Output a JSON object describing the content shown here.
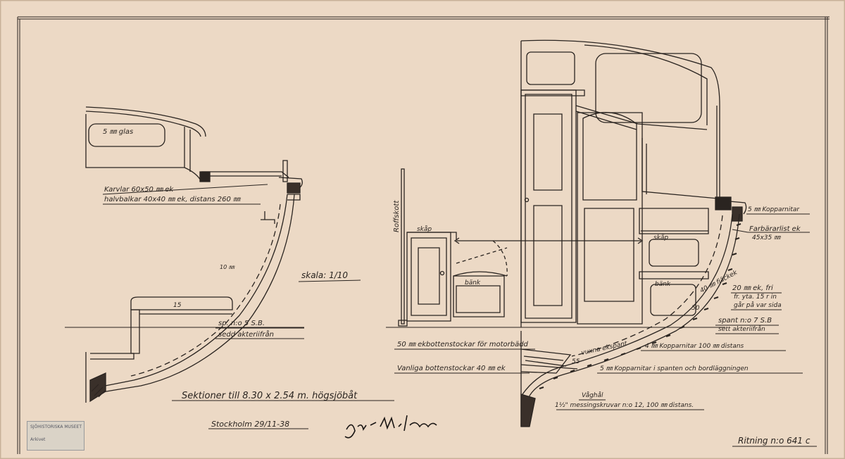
{
  "colors": {
    "paper": "#ecd9c5",
    "ink": "#2a2420",
    "stamp": "#8a8f94"
  },
  "left_section": {
    "glass_label": "5 ㎜ glas",
    "karvlar_label": "Karvlar 60x50 ㎜ ek",
    "halvbalkar_label": "halvbalkar 40x40 ㎜ ek, distans 260 ㎜",
    "ten_mm_label": "10 ㎜",
    "fifteen_label": "15",
    "sp_label": "sp. n:o 5 S.B.",
    "sedd_label": "sedd akteriifrån"
  },
  "scale_label": "skala: 1/10",
  "title": "Sektioner till 8.30 x 2.54 m. högsjöbåt",
  "place_date": "Stockholm 29/11-38",
  "signature": "Jac M. Iversen",
  "drawing_no": "Ritning n:o 641 c",
  "right_section": {
    "roffskott_label": "Roffskott",
    "skap_left": "skåp",
    "bank_left": "bänk",
    "skap_right": "skåp",
    "bank_right": "bänk",
    "koppar_top": "5 ㎜ Kopparnitar",
    "farbar_1": "Farbärarlist ek",
    "farbar_2": "45x35 ㎜",
    "fjack_label": "40 ㎜ fjäckek",
    "fifty_label": "50",
    "ek_fri_1": "20 ㎜ ek, fri",
    "ek_fri_2": "fr. yta. 15 r in",
    "ek_fri_3": "går på var sida",
    "spant_1": "spant n:o 7 S.B",
    "spant_2": "sett akteriifrån",
    "vuxna": "vuxna ekspant",
    "fiftyfive": "55",
    "kopparnitar_100": "4 ㎜ Kopparnitar 100 ㎜ distans",
    "bottenstockar_motor": "50 ㎜ ekbottenstockar för motorbädd",
    "vanliga": "Vanliga bottenstockar 40 ㎜ ek",
    "kopparnitar_spant": "5 ㎜ Kopparnitar i spanten och bordläggningen",
    "vaghal": "Våghål",
    "messing": "1½\" messingskruvar n:o 12, 100 ㎜ distans."
  },
  "stamp": {
    "line1": "SJÖHISTORISKA MUSEET",
    "line2": "Arkivet"
  }
}
